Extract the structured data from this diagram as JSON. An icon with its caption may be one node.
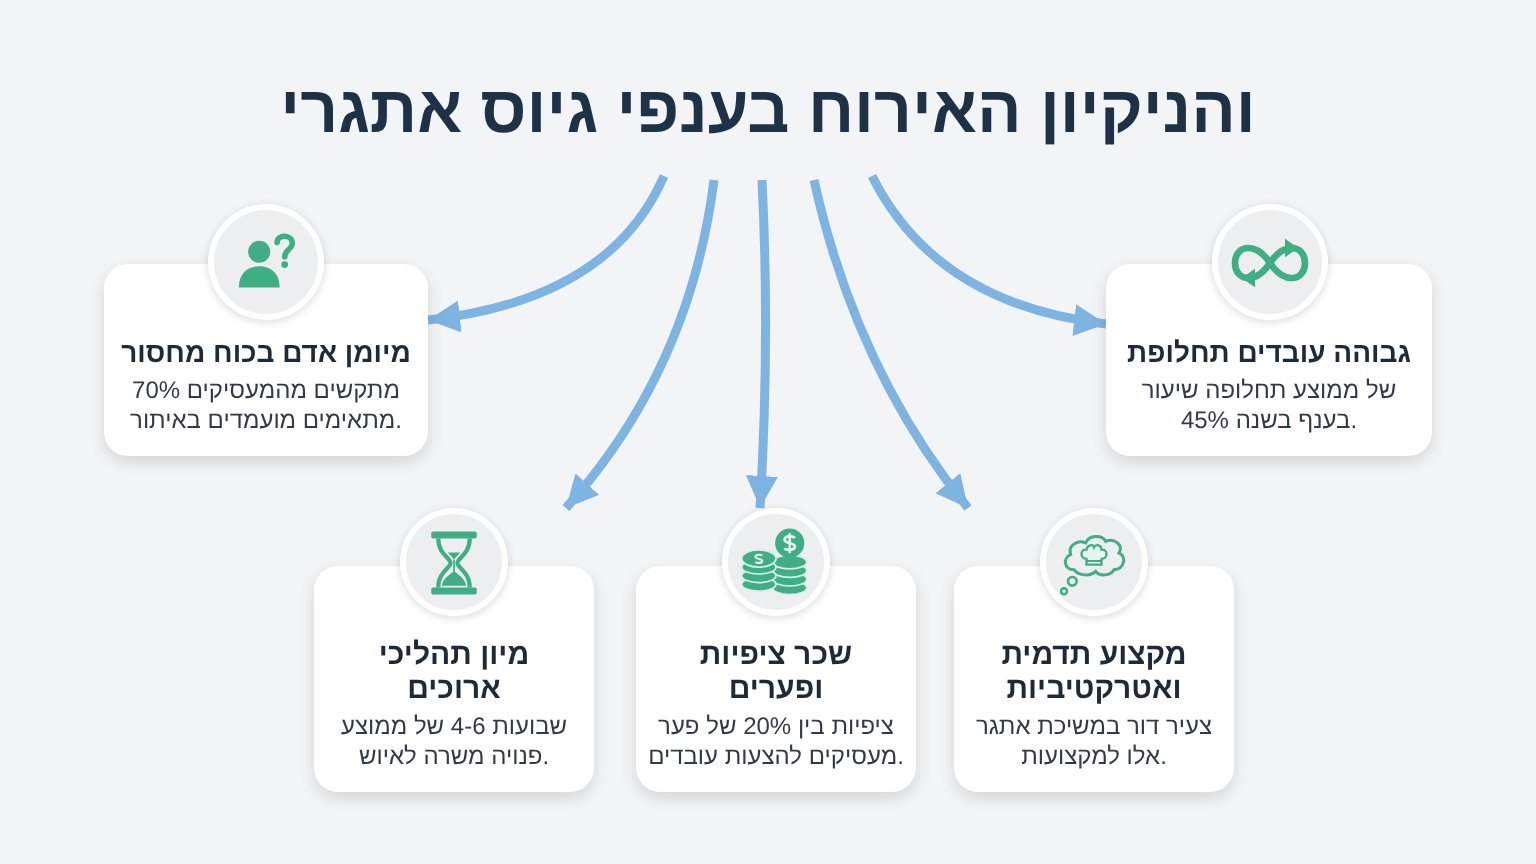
{
  "diagram": {
    "title": "אתגרי גיוס בענפי האירוח והניקיון",
    "nodes": [
      {
        "text": [
          "תחלופת עובדים גבוהה",
          "שיעור תחלופה ממוצע של 45% בשנה בענף."
        ]
      },
      {
        "text": [
          "מחסור בכוח אדם מיומן",
          "70% מהמעסיקים מתקשים באיתור מועמדים מתאימים."
        ]
      },
      {
        "text": [
          "תדמית מקצוע ואטרקטיביות",
          "אתגר במשיכת דור צעיר למקצועות אלו."
        ]
      },
      {
        "text": [
          "ציפיות שכר ופערים",
          "פער של 20% בין ציפיות עובדים להצעות מעסיקים."
        ]
      },
      {
        "text": [
          "תהליכי מיון ארוכים",
          "ממוצע של 4-6 שבועות לאיוש משרה פנויה."
        ]
      }
    ],
    "edges": [
      {
        "from": null,
        "to": 1,
        "arrow": "to"
      },
      {
        "from": null,
        "to": 4,
        "arrow": "to"
      },
      {
        "from": null,
        "to": 3,
        "arrow": "to"
      },
      {
        "from": null,
        "to": 2,
        "arrow": "to"
      },
      {
        "from": null,
        "to": 0,
        "arrow": "to"
      }
    ]
  }
}
